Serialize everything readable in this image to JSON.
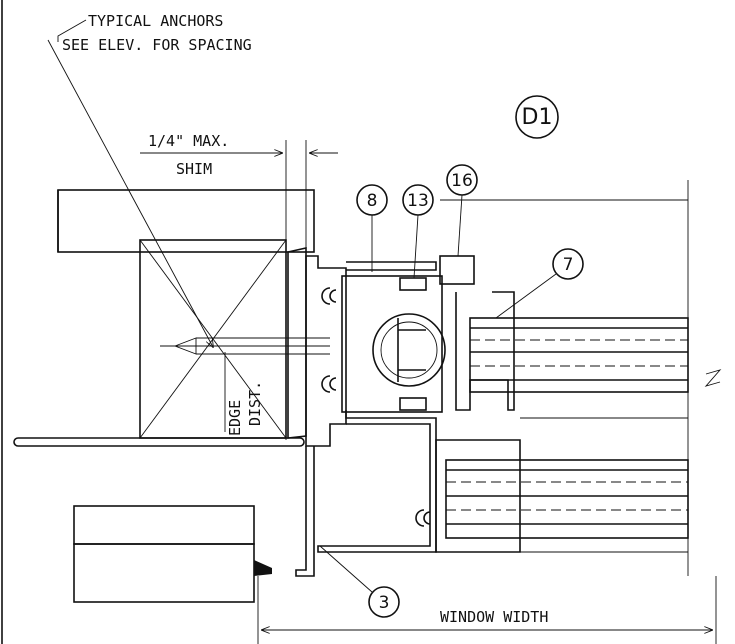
{
  "drawing": {
    "note_line1": "TYPICAL ANCHORS",
    "note_line2": "SEE ELEV. FOR SPACING",
    "detail_tag": "D1",
    "shim_max": "1/4\" MAX.",
    "shim": "SHIM",
    "edge": "EDGE",
    "dist": "DIST.",
    "window_width": "WINDOW WIDTH",
    "callouts": [
      "8",
      "13",
      "16",
      "7",
      "3"
    ]
  }
}
